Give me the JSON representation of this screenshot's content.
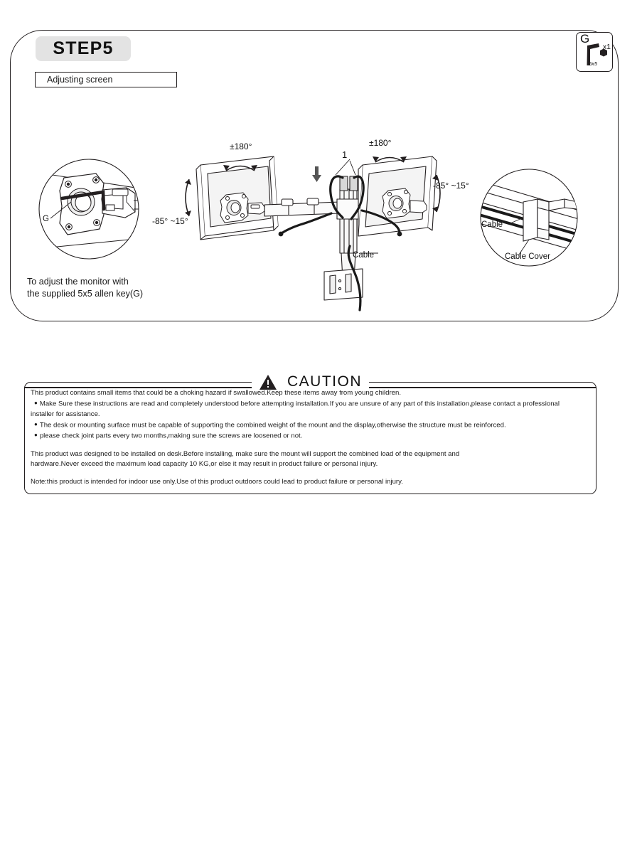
{
  "step": {
    "badge_label": "STEP5",
    "subtitle": "Adjusting screen"
  },
  "parts_box": {
    "letter": "G",
    "quantity": "x1",
    "size": "5x5",
    "icon": "allen-key-icon"
  },
  "left_detail": {
    "callout_label": "G",
    "caption_line1": "To adjust the monitor with",
    "caption_line2": "the supplied 5x5 allen key(G)"
  },
  "center_diagram": {
    "part_callout": "1",
    "cable_label": "Cable",
    "rotation_left": "±180°",
    "rotation_right": "±180°",
    "tilt_left": "-85°  ~15°",
    "tilt_right": "-85°  ~15°"
  },
  "right_detail": {
    "cable_label": "Cable",
    "cable_cover_label": "Cable Cover"
  },
  "caution": {
    "title": "CAUTION",
    "icon": "warning-triangle-icon",
    "lines": [
      "This product contains small items that could be a choking hazard if swallowed.Keep these items away from young children.",
      "Make Sure these instructions are read and completely understood before attempting installation.If you are unsure of any part of this installation,please contact a professional",
      "installer for assistance.",
      "The desk or mounting surface must be capable of supporting the combined weight of the mount and the display,otherwise the structure must be reinforced.",
      "please check joint parts every two months,making sure the screws are loosened or not.",
      "This product was designed to be installed on desk.Before installing, make sure the mount will support the combined load of the equipment and",
      "hardware.Never exceed the maximum load capacity  10 KG,or else it may result in product failure or personal injury.",
      "Note:this product is intended for indoor use only.Use of this product outdoors could lead to product failure or personal injury."
    ]
  }
}
